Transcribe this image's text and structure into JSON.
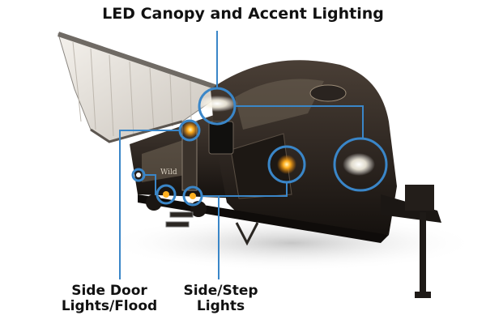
{
  "title": "LED Canopy and Accent Lighting",
  "labels": {
    "side_door": [
      "Side Door",
      "Lights/Flood"
    ],
    "side_step": [
      "Side/Step",
      "Lights"
    ]
  },
  "colors": {
    "callout_blue": "#3a86c8",
    "amber_light": "#ffb020",
    "trailer_body": "#2b241f",
    "trailer_panel": "#6e6254"
  },
  "trailer_badge": "Wild"
}
